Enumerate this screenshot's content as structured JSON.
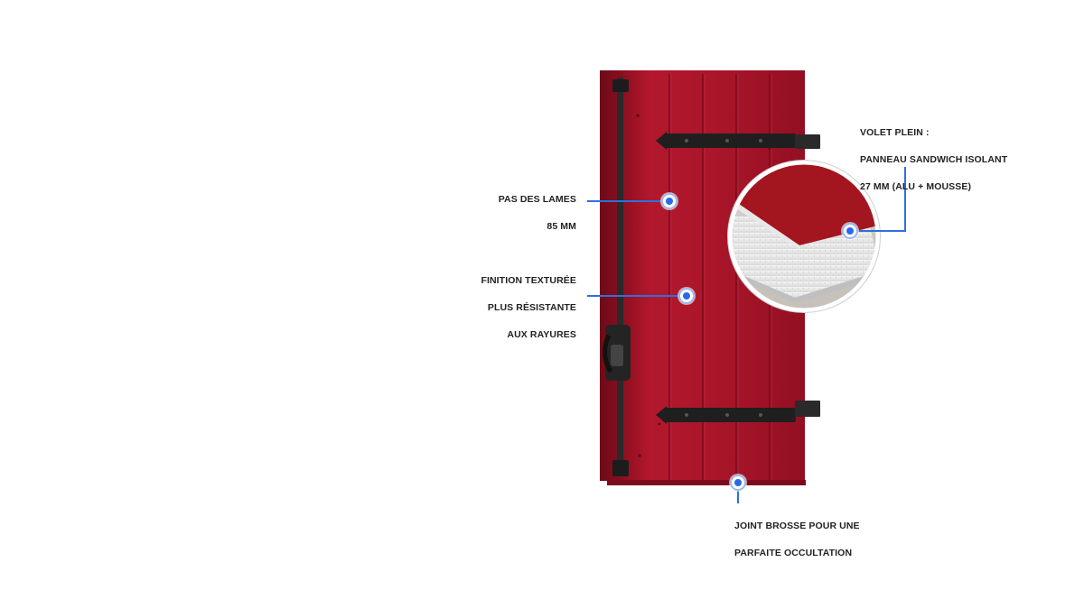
{
  "callouts": {
    "lames": {
      "line1": "PAS DES LAMES",
      "line2": "85 MM"
    },
    "finition": {
      "line1": "FINITION TEXTURÉE",
      "line2": "PLUS RÉSISTANTE",
      "line3": "AUX RAYURES"
    },
    "volet": {
      "line1": "VOLET PLEIN :",
      "line2": "PANNEAU SANDWICH ISOLANT",
      "line3": "27 MM (ALU + MOUSSE)"
    },
    "joint": {
      "line1": "JOINT BROSSE POUR UNE",
      "line2": "PARFAITE OCCULTATION"
    }
  },
  "colors": {
    "shutter_red": "#a8142a",
    "hardware": "#1e1e1e",
    "accent": "#2a6ae6",
    "foam": "#e6e6e6"
  },
  "icons": [
    "hotspot-dot-icon"
  ]
}
